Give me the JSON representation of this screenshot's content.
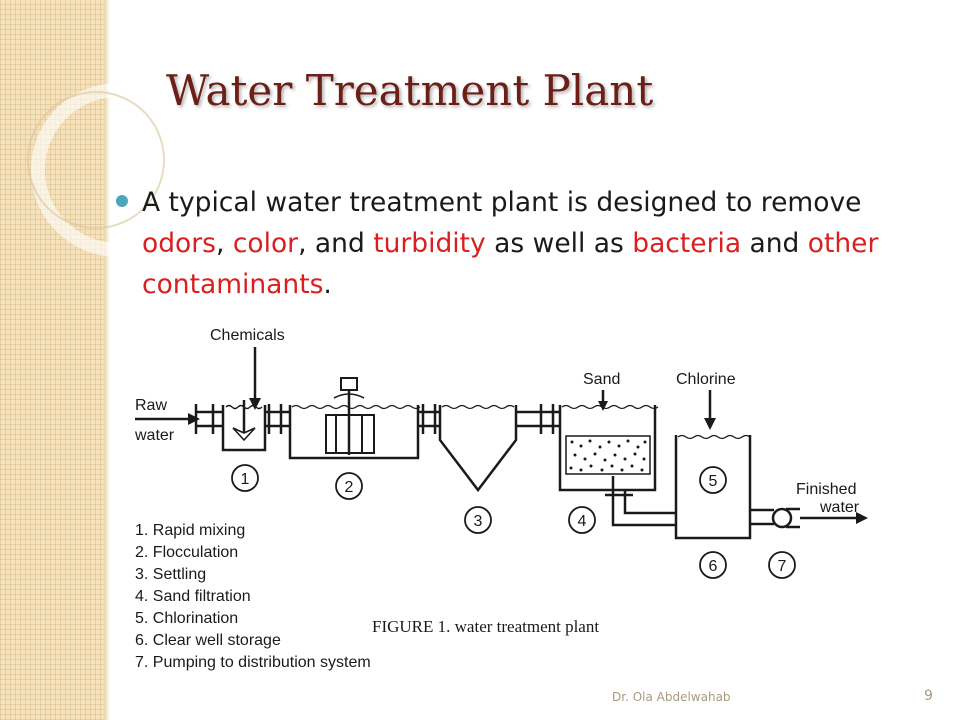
{
  "slide": {
    "title": "Water Treatment Plant",
    "bullet": {
      "parts": [
        {
          "text": "A typical water treatment plant is designed to remove ",
          "highlight": false
        },
        {
          "text": "odors",
          "highlight": true
        },
        {
          "text": ", ",
          "highlight": false
        },
        {
          "text": "color",
          "highlight": true
        },
        {
          "text": ", and ",
          "highlight": false
        },
        {
          "text": "turbidity",
          "highlight": true
        },
        {
          "text": " as well as ",
          "highlight": false
        },
        {
          "text": "bacteria",
          "highlight": true
        },
        {
          "text": " and ",
          "highlight": false
        },
        {
          "text": "other contaminants",
          "highlight": true
        },
        {
          "text": ".",
          "highlight": false
        }
      ]
    },
    "caption": "FIGURE 1. water treatment plant",
    "footer_author": "Dr. Ola Abdelwahab",
    "page_number": "9"
  },
  "diagram": {
    "labels": {
      "chemicals": "Chemicals",
      "sand": "Sand",
      "chlorine": "Chlorine",
      "raw": "Raw",
      "water_in": "water",
      "finished": "Finished",
      "water_out": "water"
    },
    "stage_numbers": [
      "1",
      "2",
      "3",
      "4",
      "5",
      "6",
      "7"
    ],
    "legend": [
      "1. Rapid mixing",
      "2. Flocculation",
      "3. Settling",
      "4. Sand filtration",
      "5. Chlorination",
      "6. Clear well storage",
      "7. Pumping to distribution system"
    ]
  },
  "colors": {
    "title": "#6b1f16",
    "highlight": "#d91f1f",
    "bullet_dot": "#4aa6b8",
    "sidebar": "#f4e2bd"
  }
}
